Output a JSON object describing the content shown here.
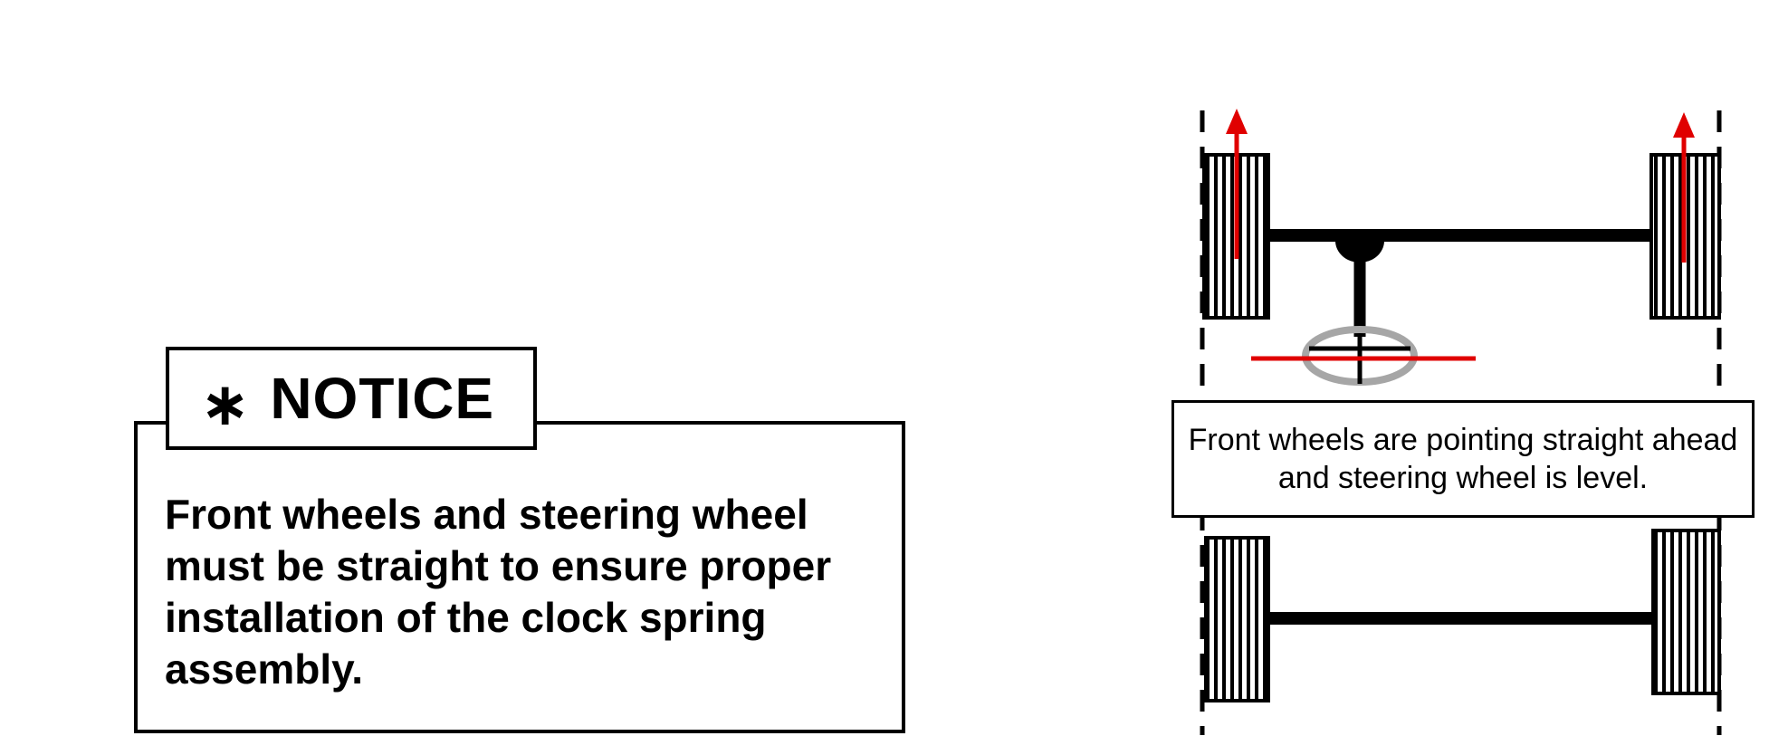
{
  "notice": {
    "symbol": "∗",
    "title": "NOTICE",
    "text": "Front wheels and steering wheel must be straight to ensure proper installation of the clock spring assembly."
  },
  "diagram": {
    "caption": "Front wheels are pointing straight ahead and steering wheel is level.",
    "colors": {
      "line": "#000000",
      "arrow": "#e00000",
      "steering_wheel": "#a6a6a6"
    }
  }
}
